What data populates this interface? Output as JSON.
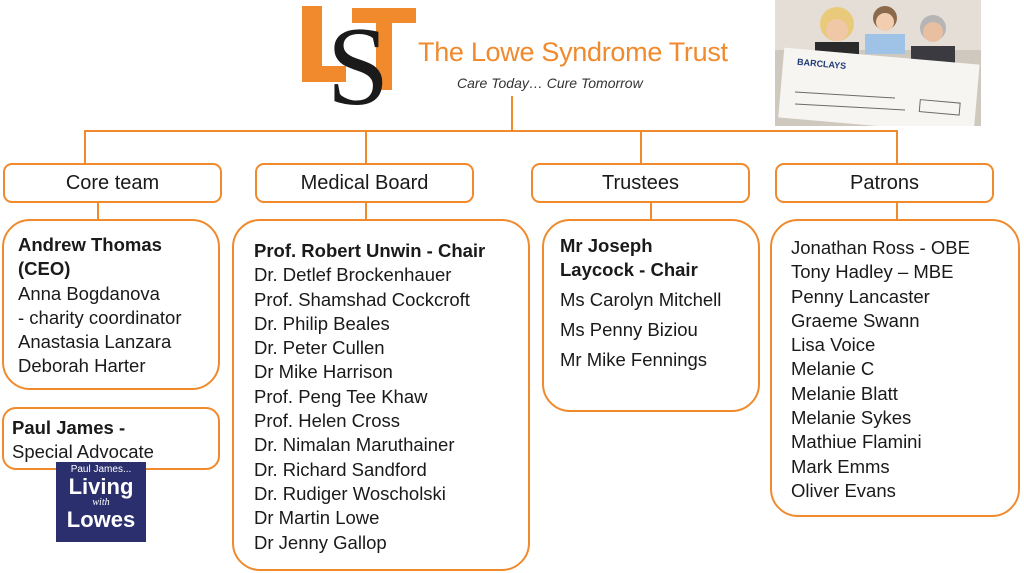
{
  "header": {
    "title": "The Lowe Syndrome Trust",
    "tagline": "Care Today… Cure Tomorrow",
    "logo_letters": "LST"
  },
  "photo": {
    "bank": "BARCLAYS"
  },
  "columns": [
    {
      "heading": "Core team"
    },
    {
      "heading": "Medical Board"
    },
    {
      "heading": "Trustees"
    },
    {
      "heading": "Patrons"
    }
  ],
  "core_team": {
    "lead_line1": "Andrew Thomas",
    "lead_line2": "(CEO)",
    "members": [
      "Anna Bogdanova",
      "- charity coordinator",
      "Anastasia Lanzara",
      "Deborah Harter"
    ]
  },
  "advocate": {
    "name": "Paul James -",
    "role": "Special Advocate"
  },
  "advocate_logo": {
    "line1": "Paul James...",
    "line2": "Living",
    "line3": "with",
    "line4": "Lowes"
  },
  "medical_board": {
    "chair": "Prof. Robert Unwin - Chair",
    "members": [
      "Dr. Detlef Brockenhauer",
      "Prof. Shamshad Cockcroft",
      "Dr. Philip Beales",
      "Dr. Peter Cullen",
      "Dr Mike Harrison",
      "Prof. Peng Tee Khaw",
      "Prof. Helen Cross",
      "Dr. Nimalan Maruthainer",
      "Dr. Richard Sandford",
      "Dr. Rudiger Woscholski",
      "Dr Martin Lowe",
      "Dr Jenny Gallop"
    ]
  },
  "trustees": {
    "chair_line1": "Mr Joseph",
    "chair_line2": "Laycock - Chair",
    "members": [
      "Ms Carolyn Mitchell",
      "Ms Penny Biziou",
      "Mr Mike Fennings"
    ]
  },
  "patrons": {
    "members": [
      "Jonathan Ross - OBE",
      "Tony Hadley – MBE",
      "Penny Lancaster",
      "Graeme Swann",
      "Lisa Voice",
      "Melanie C",
      "Melanie Blatt",
      "Melanie Sykes",
      "Mathiue Flamini",
      "Mark Emms",
      "Oliver Evans"
    ]
  },
  "colors": {
    "accent": "#f08a2c",
    "logo_dark": "#1a1a1a",
    "badge_bg": "#2b2f6e"
  }
}
